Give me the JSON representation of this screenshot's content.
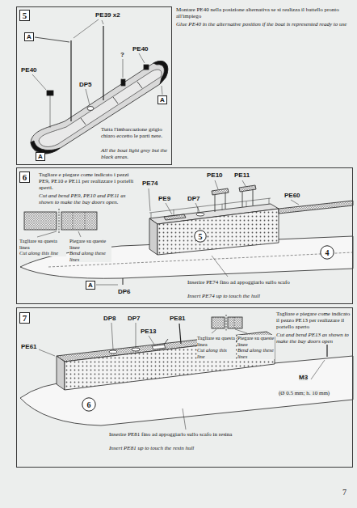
{
  "diagram": {
    "nodes": [
      {
        "text": [
          "Tutta l'imbarcazione grigio chiaro eccetto le parti nere.",
          "All the boat light grey but the black areas."
        ]
      },
      {
        "text": [
          "5"
        ],
        "in": 0
      },
      {
        "text": [
          "A"
        ],
        "in": 0
      },
      {
        "text": [
          "A"
        ],
        "in": 0
      },
      {
        "text": [
          "A"
        ],
        "in": 0
      },
      {
        "text": [
          "Tagliare e piegare come indicato i pezzi PE9, PE10 e PE11 per realizzare i portelli aperti.",
          "Cut and bend PE9, PE10 and PE11 as shown to make the bay doors open.",
          "Inserire PE74 fino ad appoggiarlo sullo scafo",
          "Insert PE74 up to touch the hull"
        ]
      },
      {
        "text": [
          "6"
        ],
        "in": 5
      },
      {
        "text": [
          "5"
        ],
        "in": 5
      },
      {
        "text": [
          "4"
        ],
        "in": 5
      },
      {
        "text": [
          "A"
        ],
        "in": 5
      },
      {
        "text": [
          "Tagliare e piegare come indicato il pezzo PE13 per realizzare il portello aperto",
          "Cut and bend PE13 as shown to make the bay doors open",
          "Inserire PE81 fino ad appoggiarlo sullo scafo in resina",
          "Insert PE81 up to touch the resin hull"
        ]
      },
      {
        "text": [
          "7"
        ],
        "in": 10
      },
      {
        "text": [
          "6"
        ],
        "in": 10
      }
    ],
    "labels": [
      "Montare PE40 nella posizione alternativa se si realizza il battello pronto all'impiego",
      "Glue PE40 in the alternative position if the boat is represented ready to use",
      "PE39 x2",
      "PE40",
      "DP5",
      "?",
      "PE40",
      "PE74",
      "PE9",
      "DP7",
      "PE10",
      "PE11",
      "PE60",
      "Tagliare su questa linea",
      "Cut along this line",
      "Piegare su queste linee",
      "Bend along these lines",
      "DP6",
      "DP8",
      "DP7",
      "PE81",
      "PE13",
      "PE61",
      "Tagliare su questa linea",
      "Cut along this line",
      "Piegare su queste linee",
      "Bend along these lines",
      "M3",
      "(Ø 0.5 mm; h. 10 mm)",
      "7"
    ]
  }
}
